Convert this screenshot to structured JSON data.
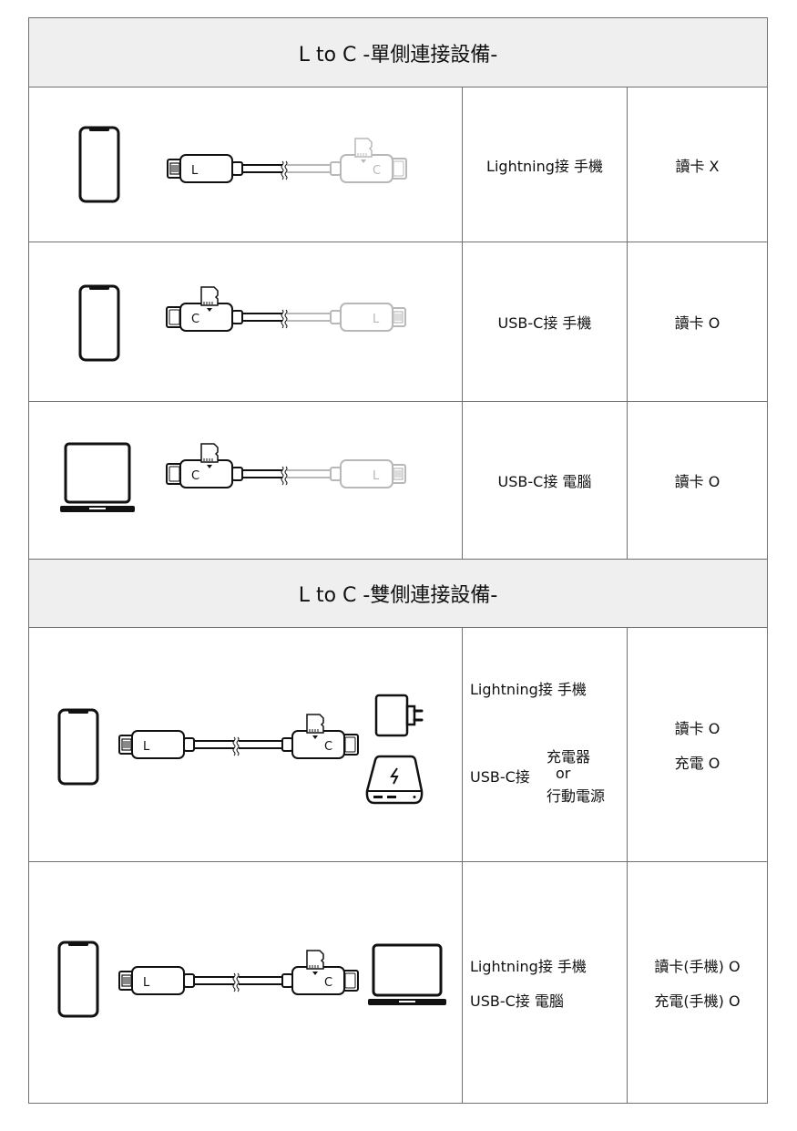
{
  "section1": {
    "title": "L to C -單側連接設備-",
    "rows": [
      {
        "connection": "Lightning接 手機",
        "result": "讀卡 X",
        "device": "phone-icon",
        "cable": "lightning-active"
      },
      {
        "connection": "USB-C接 手機",
        "result": "讀卡 O",
        "device": "phone-icon",
        "cable": "usbc-active"
      },
      {
        "connection": "USB-C接 電腦",
        "result": "讀卡 O",
        "device": "laptop-icon",
        "cable": "usbc-active"
      }
    ]
  },
  "section2": {
    "title": "L to C -雙側連接設備-",
    "row1": {
      "connection_lightning": "Lightning接 手機",
      "connection_usbc": "USB-C接",
      "charger": "充電器",
      "or": "or",
      "powerbank": "行動電源",
      "result_read": "讀卡 O",
      "result_charge": "充電 O"
    },
    "row2": {
      "connection_lightning": "Lightning接 手機",
      "connection_usbc": "USB-C接 電腦",
      "result_read": "讀卡(手機) O",
      "result_charge": "充電(手機) O"
    }
  },
  "labels": {
    "lightning_letter": "L",
    "usbc_letter": "C"
  },
  "colors": {
    "active": "#111111",
    "inactive": "#b8b8b8",
    "header_bg": "#efefef",
    "border": "#707070"
  }
}
